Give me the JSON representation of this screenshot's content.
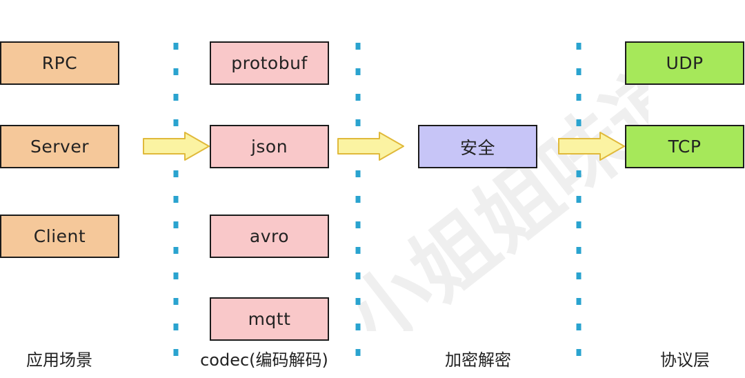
{
  "columns": {
    "app": {
      "label": "应用场景",
      "items": [
        "RPC",
        "Server",
        "Client"
      ]
    },
    "codec": {
      "label": "codec(编码解码)",
      "items": [
        "protobuf",
        "json",
        "avro",
        "mqtt"
      ]
    },
    "crypto": {
      "label": "加密解密",
      "items": [
        "安全"
      ]
    },
    "protocol": {
      "label": "协议层",
      "items": [
        "UDP",
        "TCP"
      ]
    }
  },
  "watermark": "小姐姐味道",
  "colors": {
    "app_box": "#f5c89a",
    "codec_box": "#f9c8c9",
    "crypto_box": "#c7c5f7",
    "protocol_box": "#a6e85a",
    "arrow_fill": "#fbf3a2",
    "arrow_stroke": "#e0b93a",
    "divider": "#2aa3cf"
  }
}
